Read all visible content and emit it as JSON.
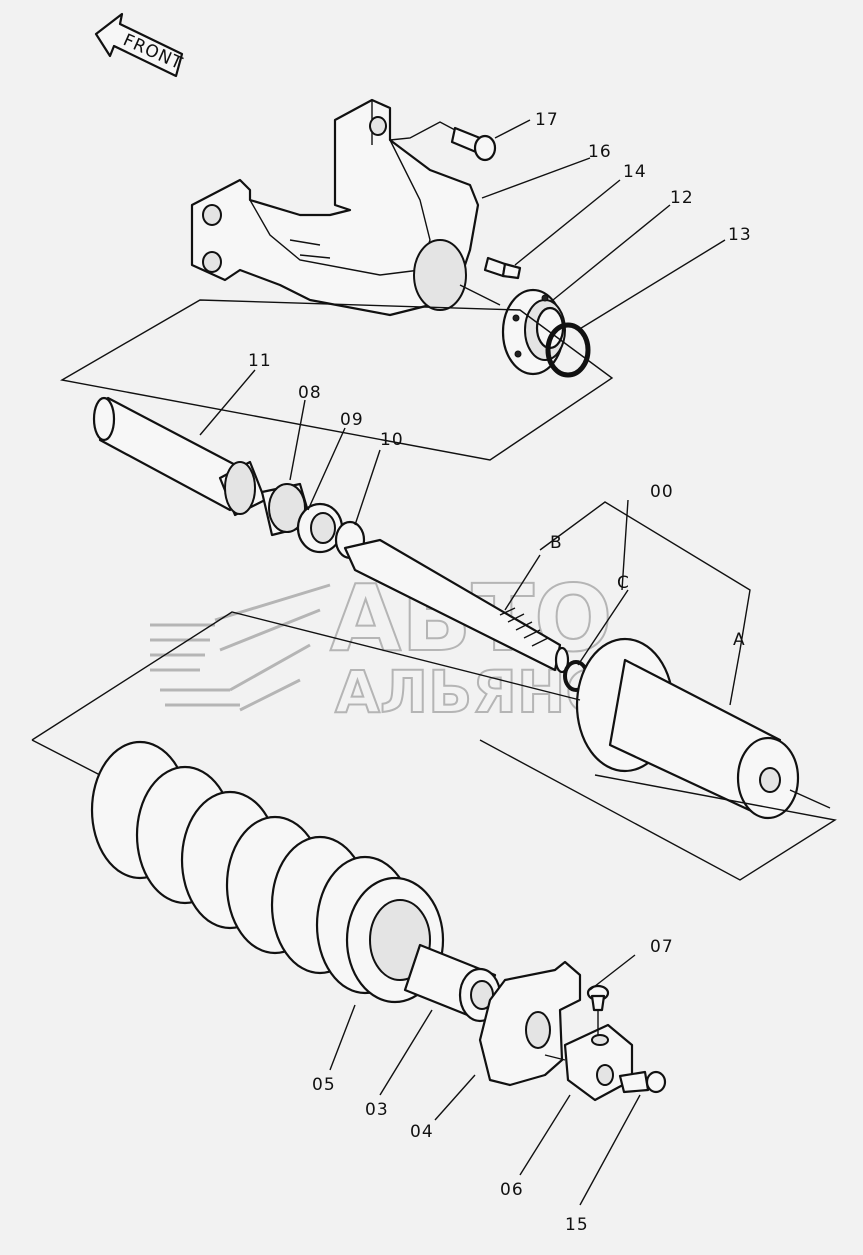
{
  "front_label": "FRONT",
  "watermark": {
    "line1": "АВТО",
    "line2": "АЛЬЯНС"
  },
  "callouts": {
    "p17": "17",
    "p16": "16",
    "p14": "14",
    "p12": "12",
    "p13": "13",
    "p11": "11",
    "p08": "08",
    "p09": "09",
    "p10": "10",
    "p00": "00",
    "pB": "B",
    "pC": "C",
    "pA": "A",
    "p07": "07",
    "p05": "05",
    "p03": "03",
    "p04": "04",
    "p06": "06",
    "p15": "15"
  }
}
